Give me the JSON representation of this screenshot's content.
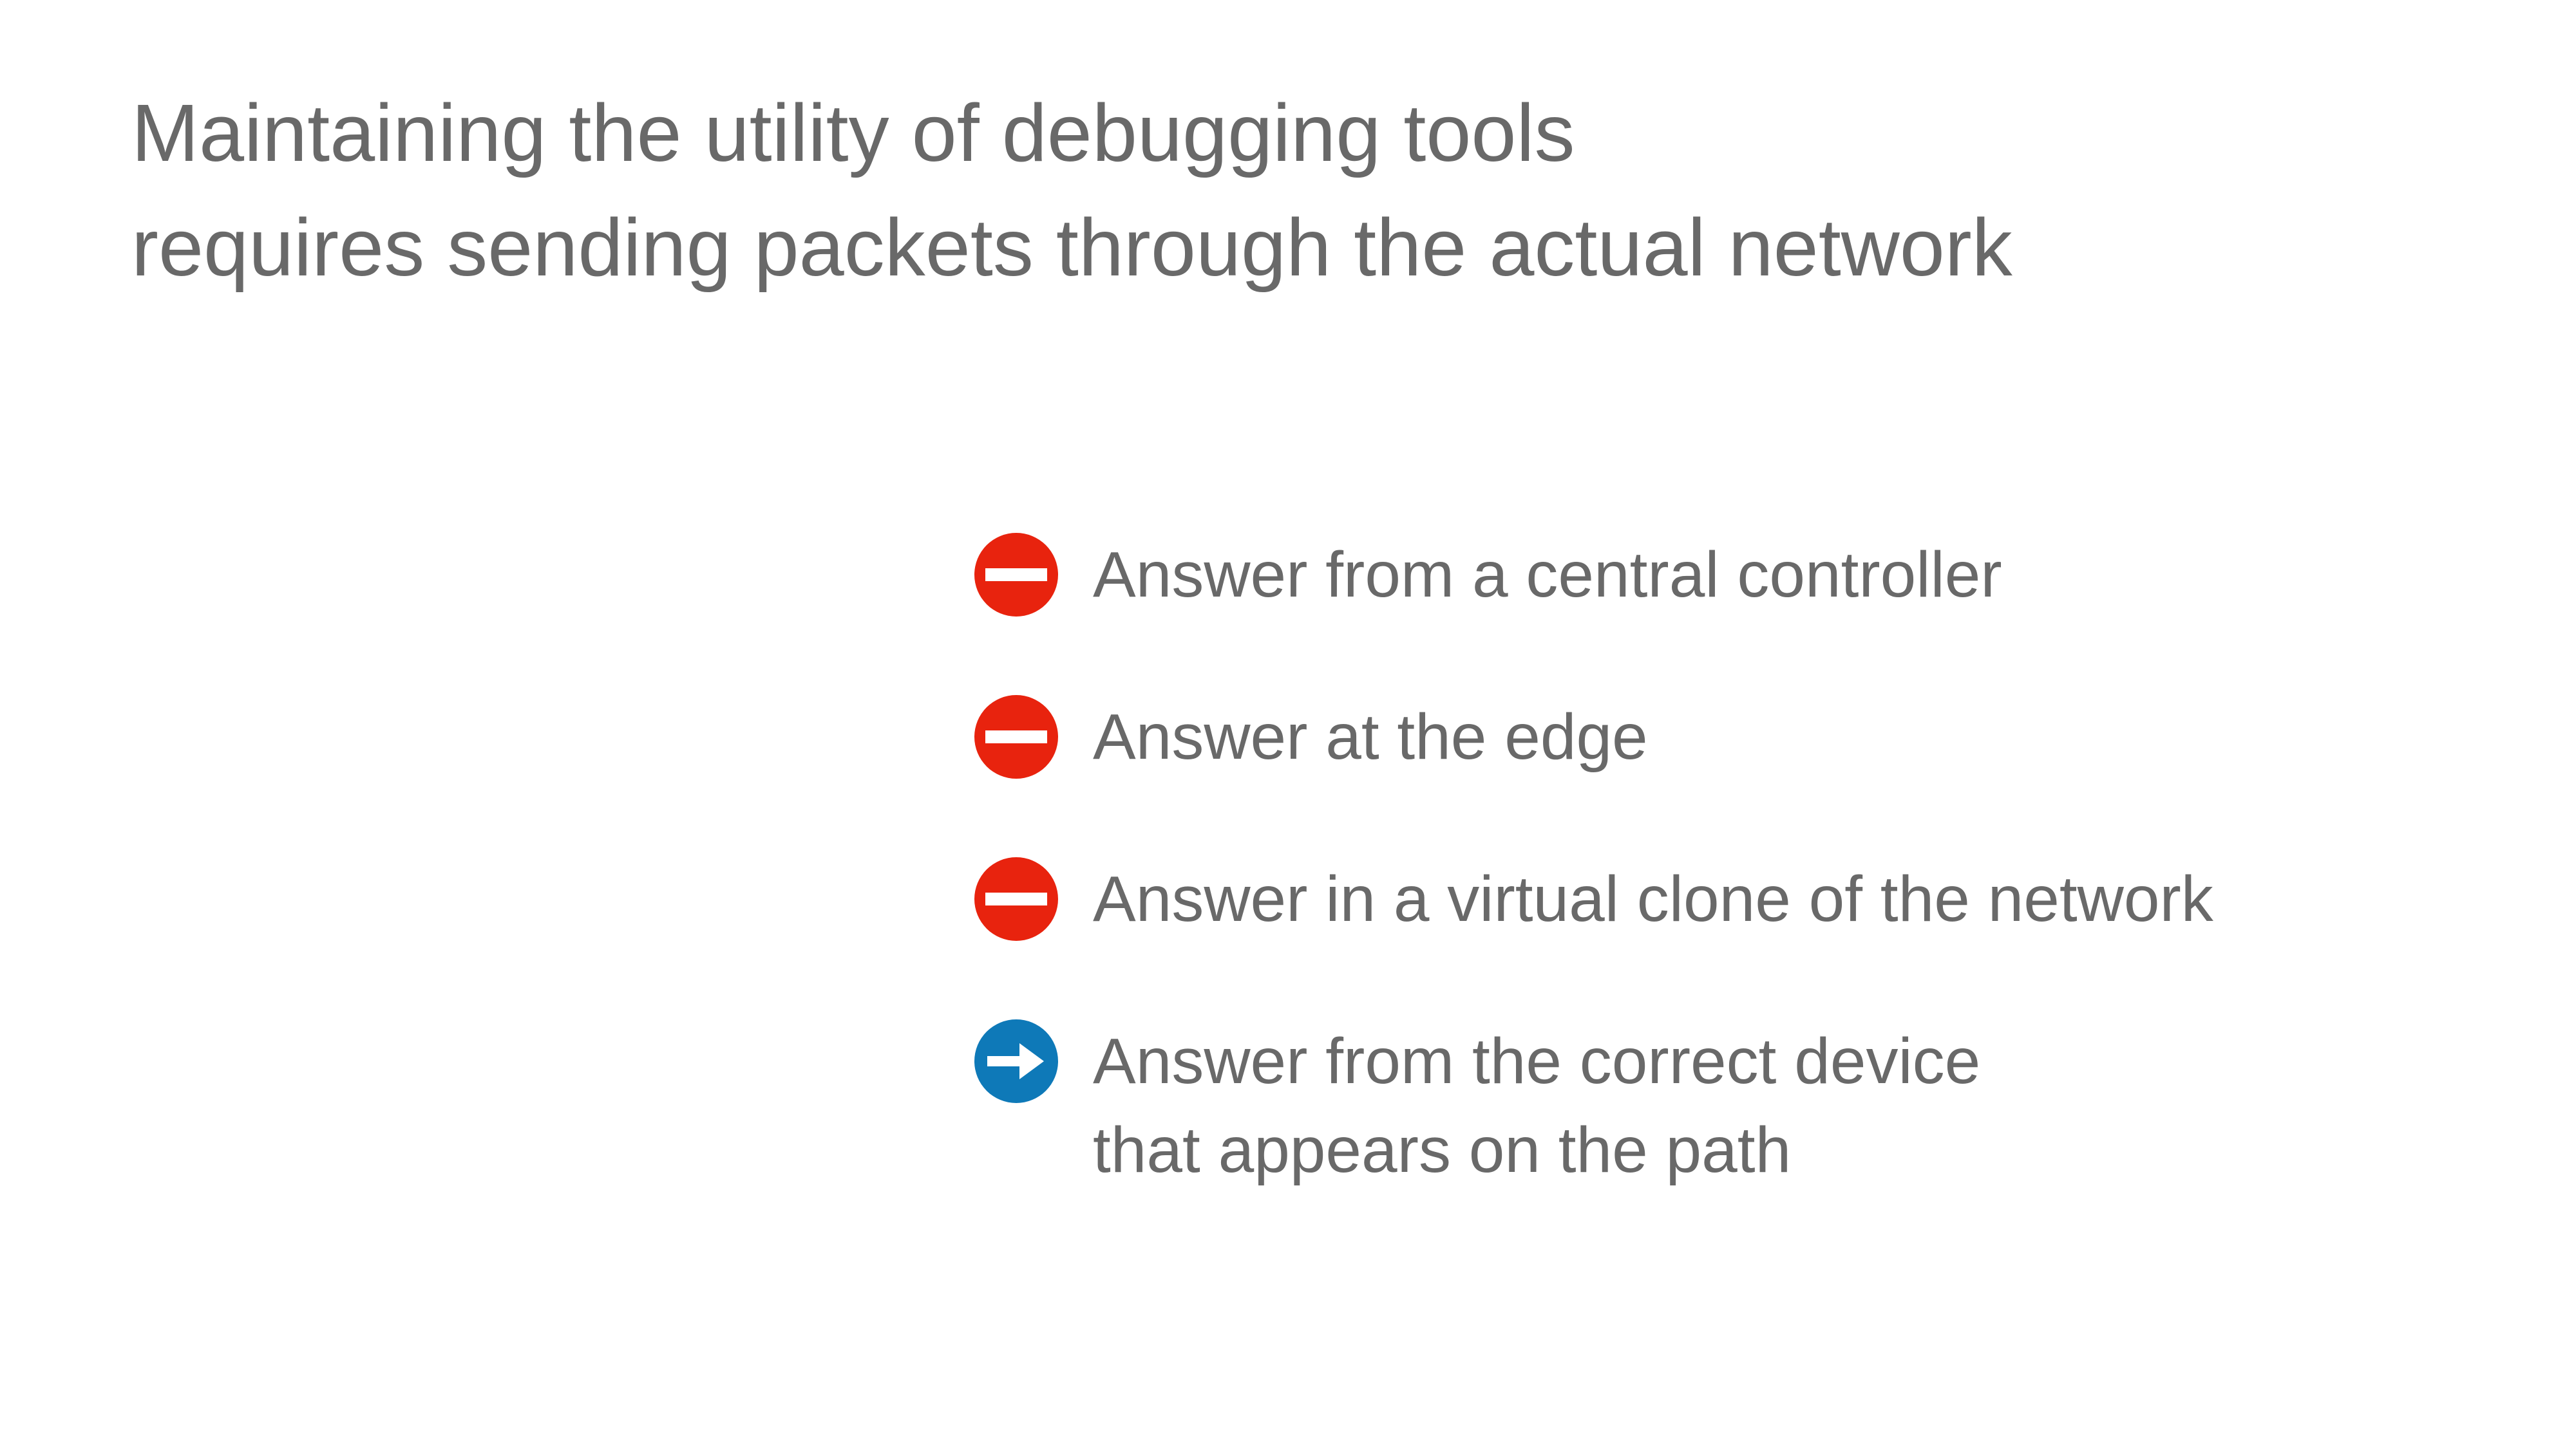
{
  "slide": {
    "title_lines": [
      "Maintaining the utility of debugging tools",
      "requires sending packets through the actual network"
    ],
    "items": [
      {
        "icon": "no-entry-icon",
        "label": "Answer from a central controller"
      },
      {
        "icon": "no-entry-icon",
        "label": "Answer at the edge"
      },
      {
        "icon": "no-entry-icon",
        "label": "Answer in a virtual clone of the network"
      },
      {
        "icon": "arrow-right-icon",
        "label": "Answer from the correct device\nthat appears on the path"
      }
    ],
    "colors": {
      "background": "#ffffff",
      "text": "#696969",
      "no_entry_red": "#e8230e",
      "arrow_blue": "#0e79b8",
      "icon_glyph_white": "#ffffff"
    }
  }
}
